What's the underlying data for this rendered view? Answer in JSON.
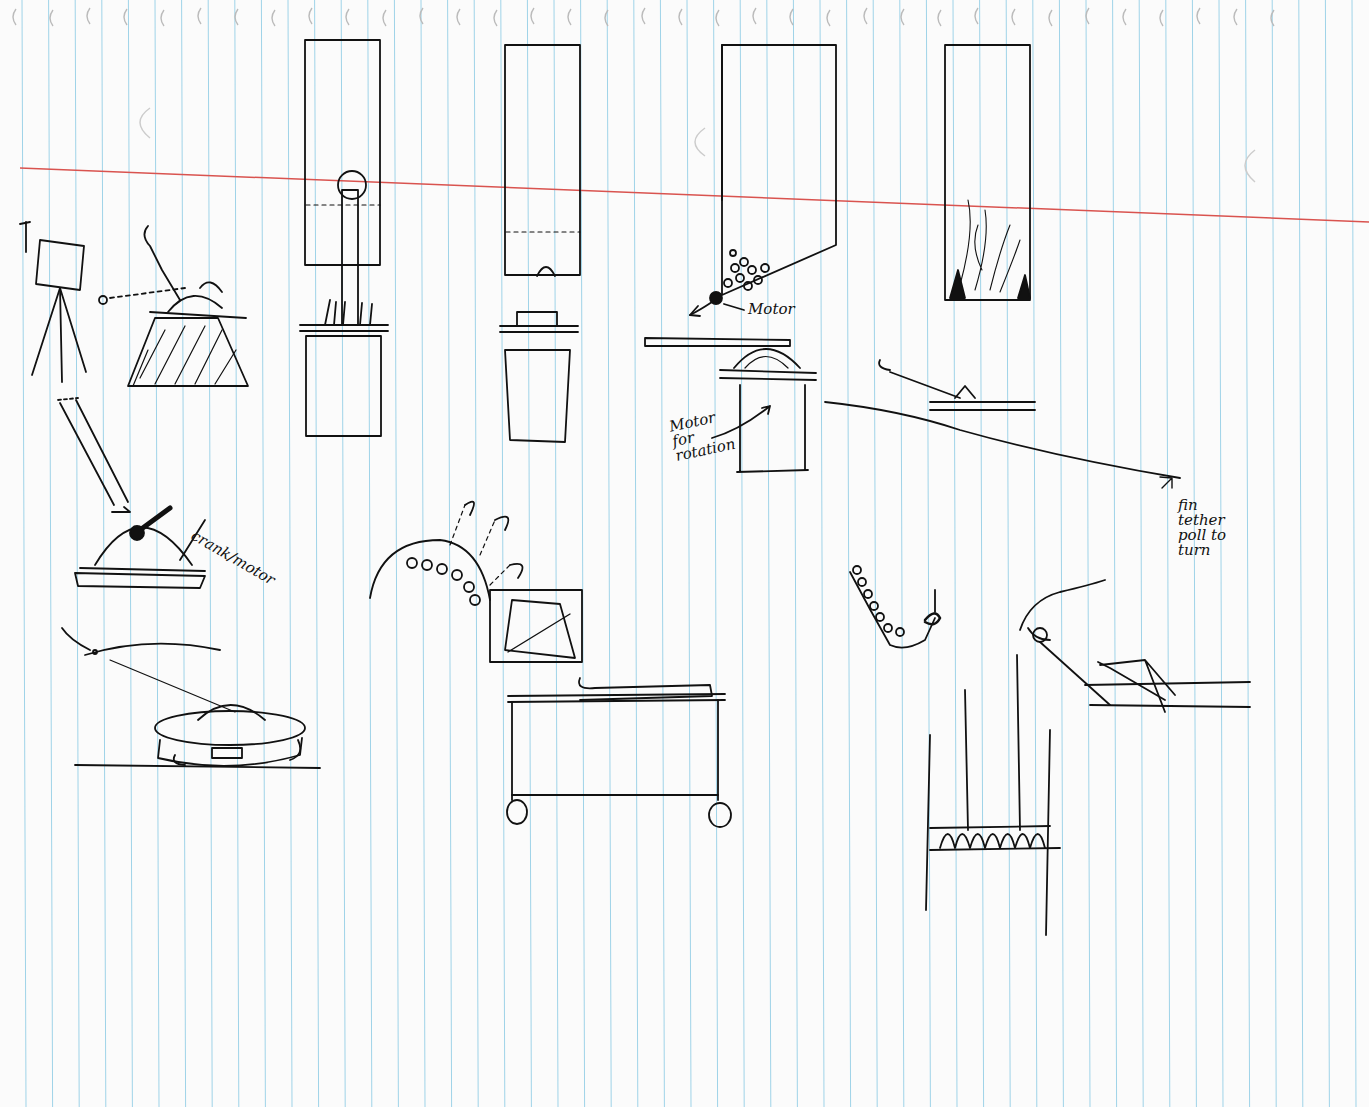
{
  "diagram": {
    "labels": [
      "Motor",
      "Motor for rotation",
      "crank/motor",
      "fin tether poll to turn"
    ]
  }
}
